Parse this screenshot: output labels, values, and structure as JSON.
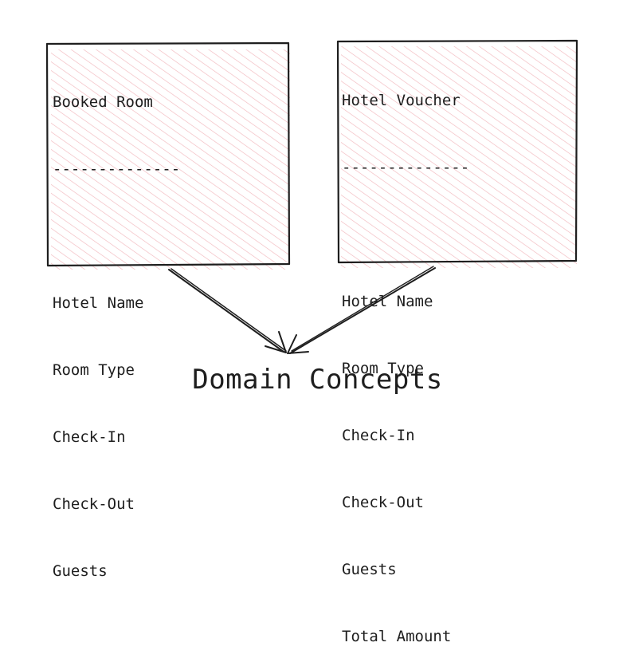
{
  "boxes": {
    "left": {
      "title": "Booked Room",
      "separator": "--------------",
      "fields": [
        "Hotel Name",
        "Room Type",
        "Check-In",
        "Check-Out",
        "Guests"
      ]
    },
    "right": {
      "title": "Hotel Voucher",
      "separator": "--------------",
      "fields": [
        "Hotel Name",
        "Room Type",
        "Check-In",
        "Check-Out",
        "Guests",
        "Total Amount"
      ]
    }
  },
  "caption": "Domain Concepts",
  "colors": {
    "stroke": "#1e1e1e",
    "hatch": "#f2b8bd",
    "background": "#ffffff"
  }
}
